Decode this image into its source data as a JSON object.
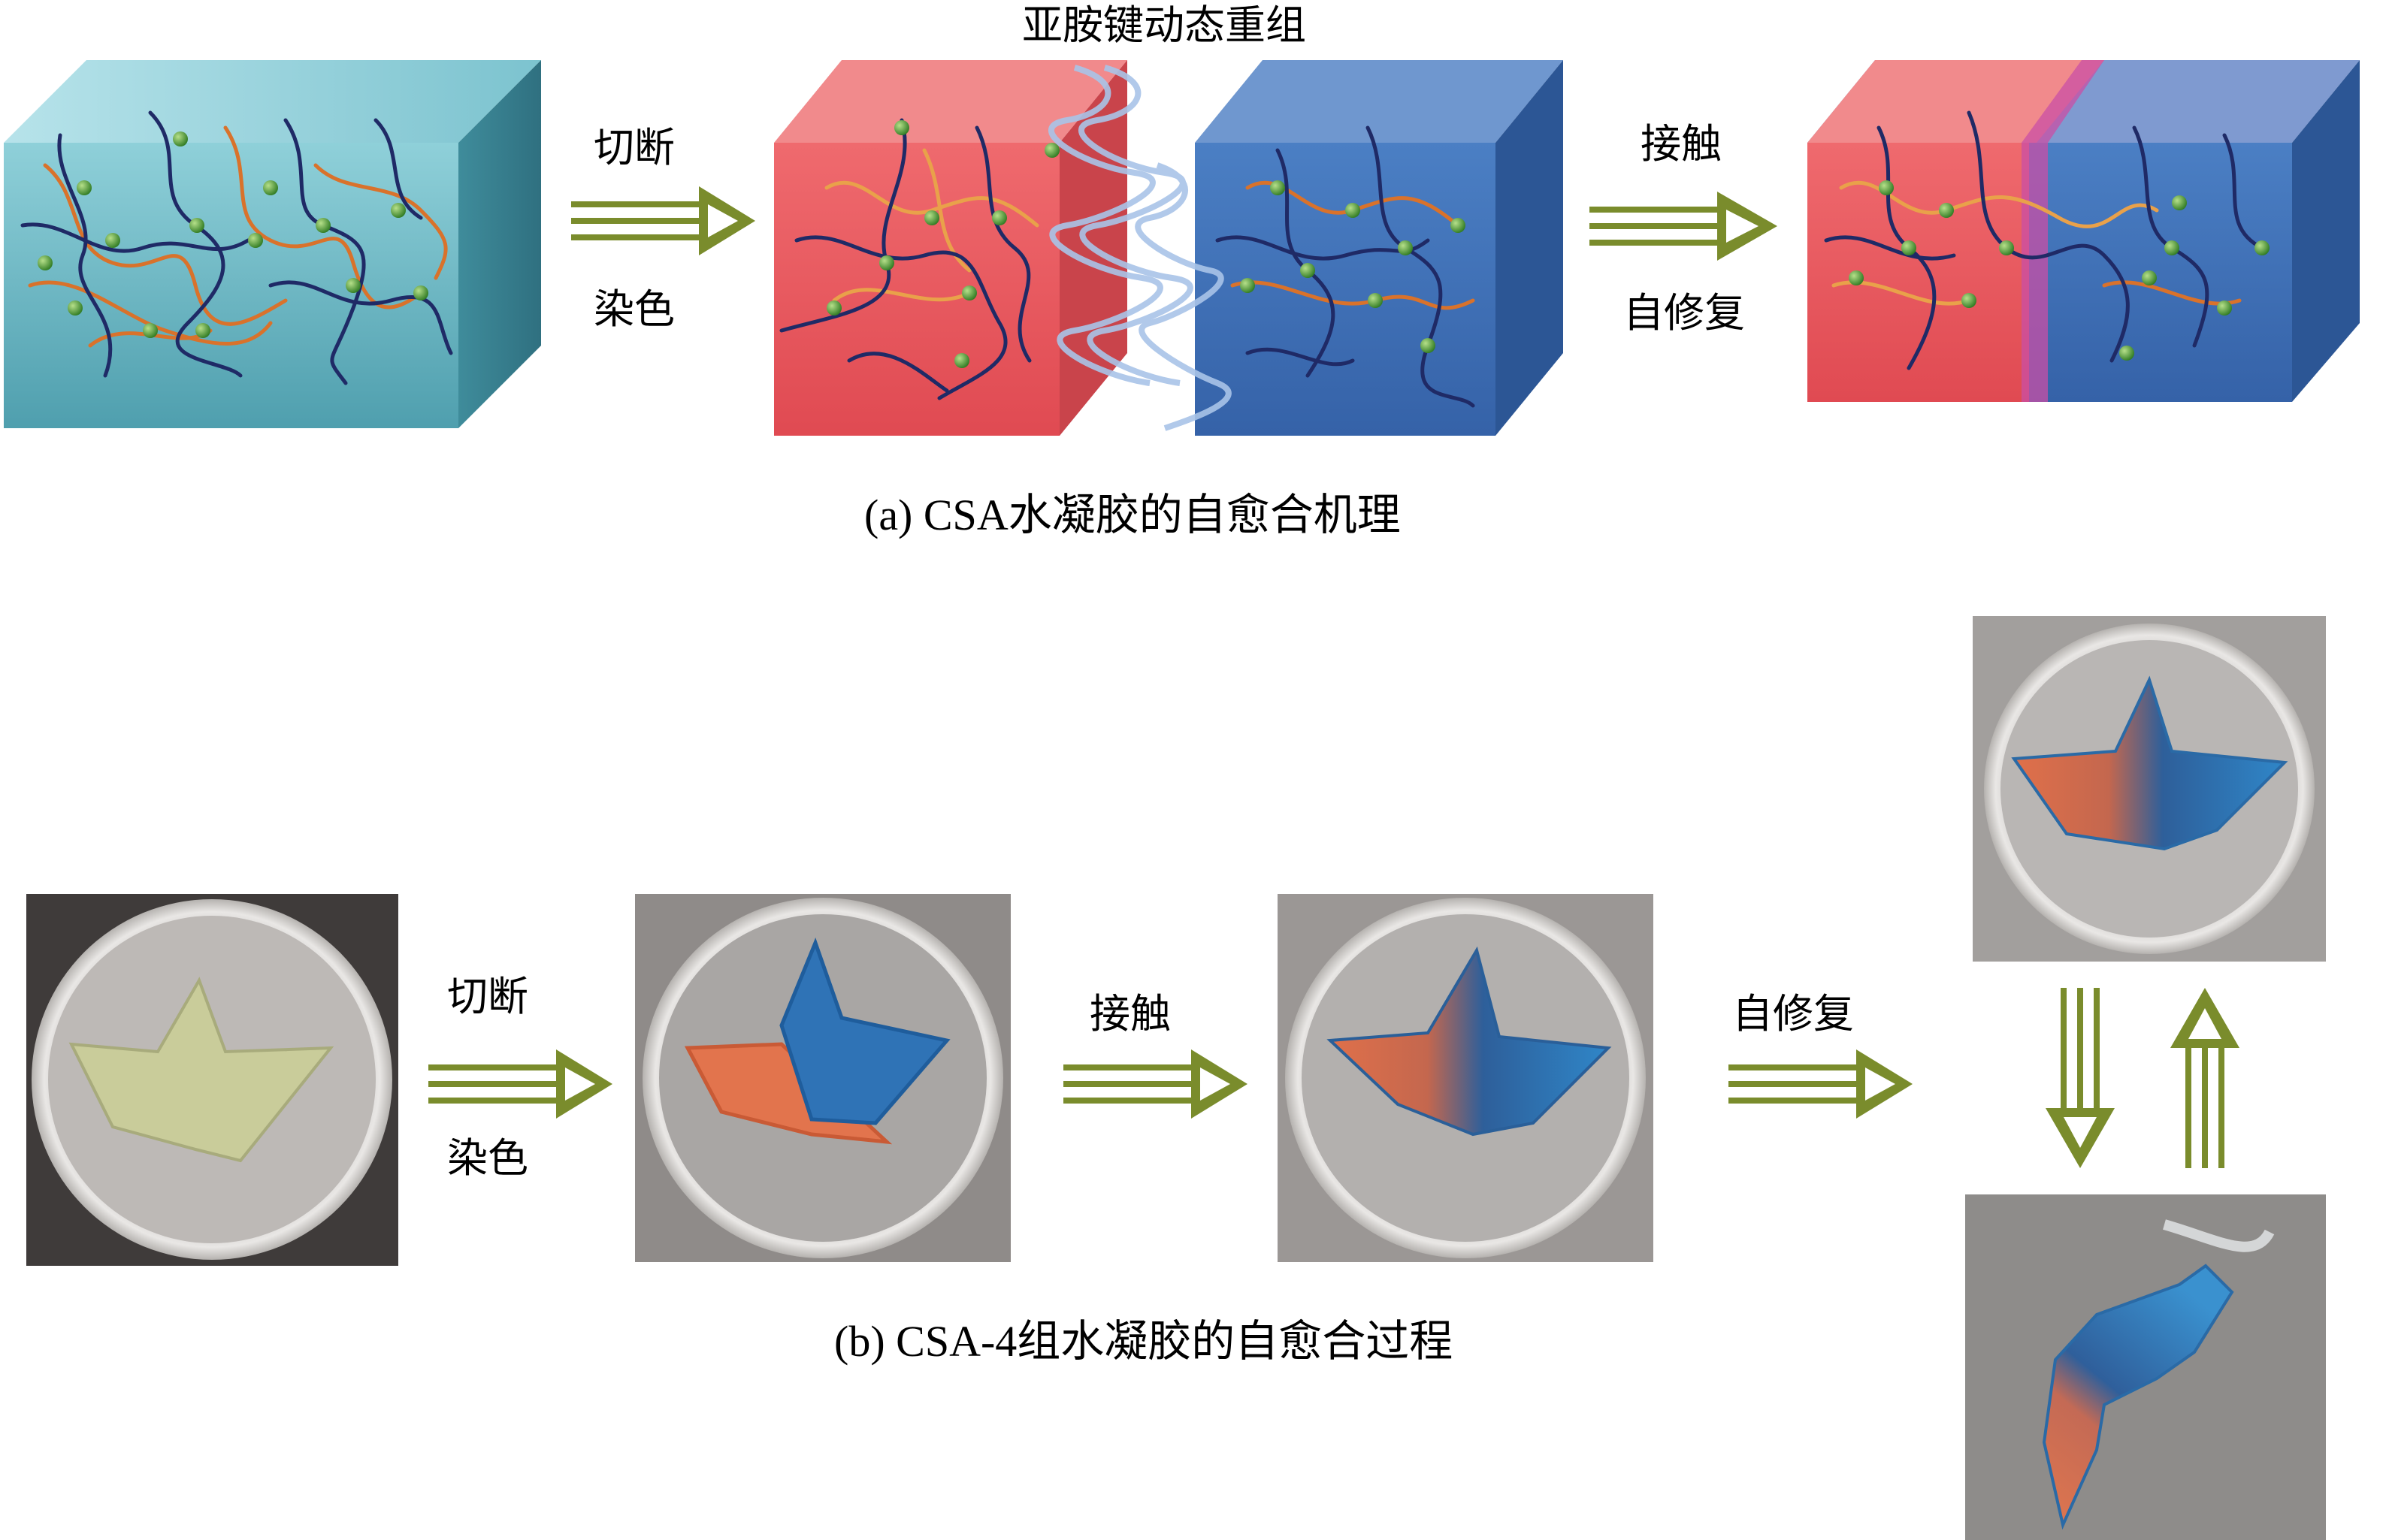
{
  "panel_a": {
    "top_label": "亚胺键动态重组",
    "arrow1_top": "切断",
    "arrow1_bottom": "染色",
    "arrow2_top": "接触",
    "arrow2_bottom": "自修复",
    "caption": "(a) CSA水凝胶的自愈合机理"
  },
  "panel_b": {
    "arrow1_top": "切断",
    "arrow1_bottom": "染色",
    "arrow2_top": "接触",
    "arrow3_top": "自修复",
    "caption": "(b) CSA-4组水凝胶的自愈合过程"
  },
  "colors": {
    "teal_cube": "#5fb0bf",
    "red_cube": "#e8575c",
    "blue_cube": "#3d6fb5",
    "arrow_green": "#7a8c2c",
    "chain_orange": "#d9722b",
    "chain_navy": "#1f2a66",
    "node_green": "#3e8f2a"
  }
}
